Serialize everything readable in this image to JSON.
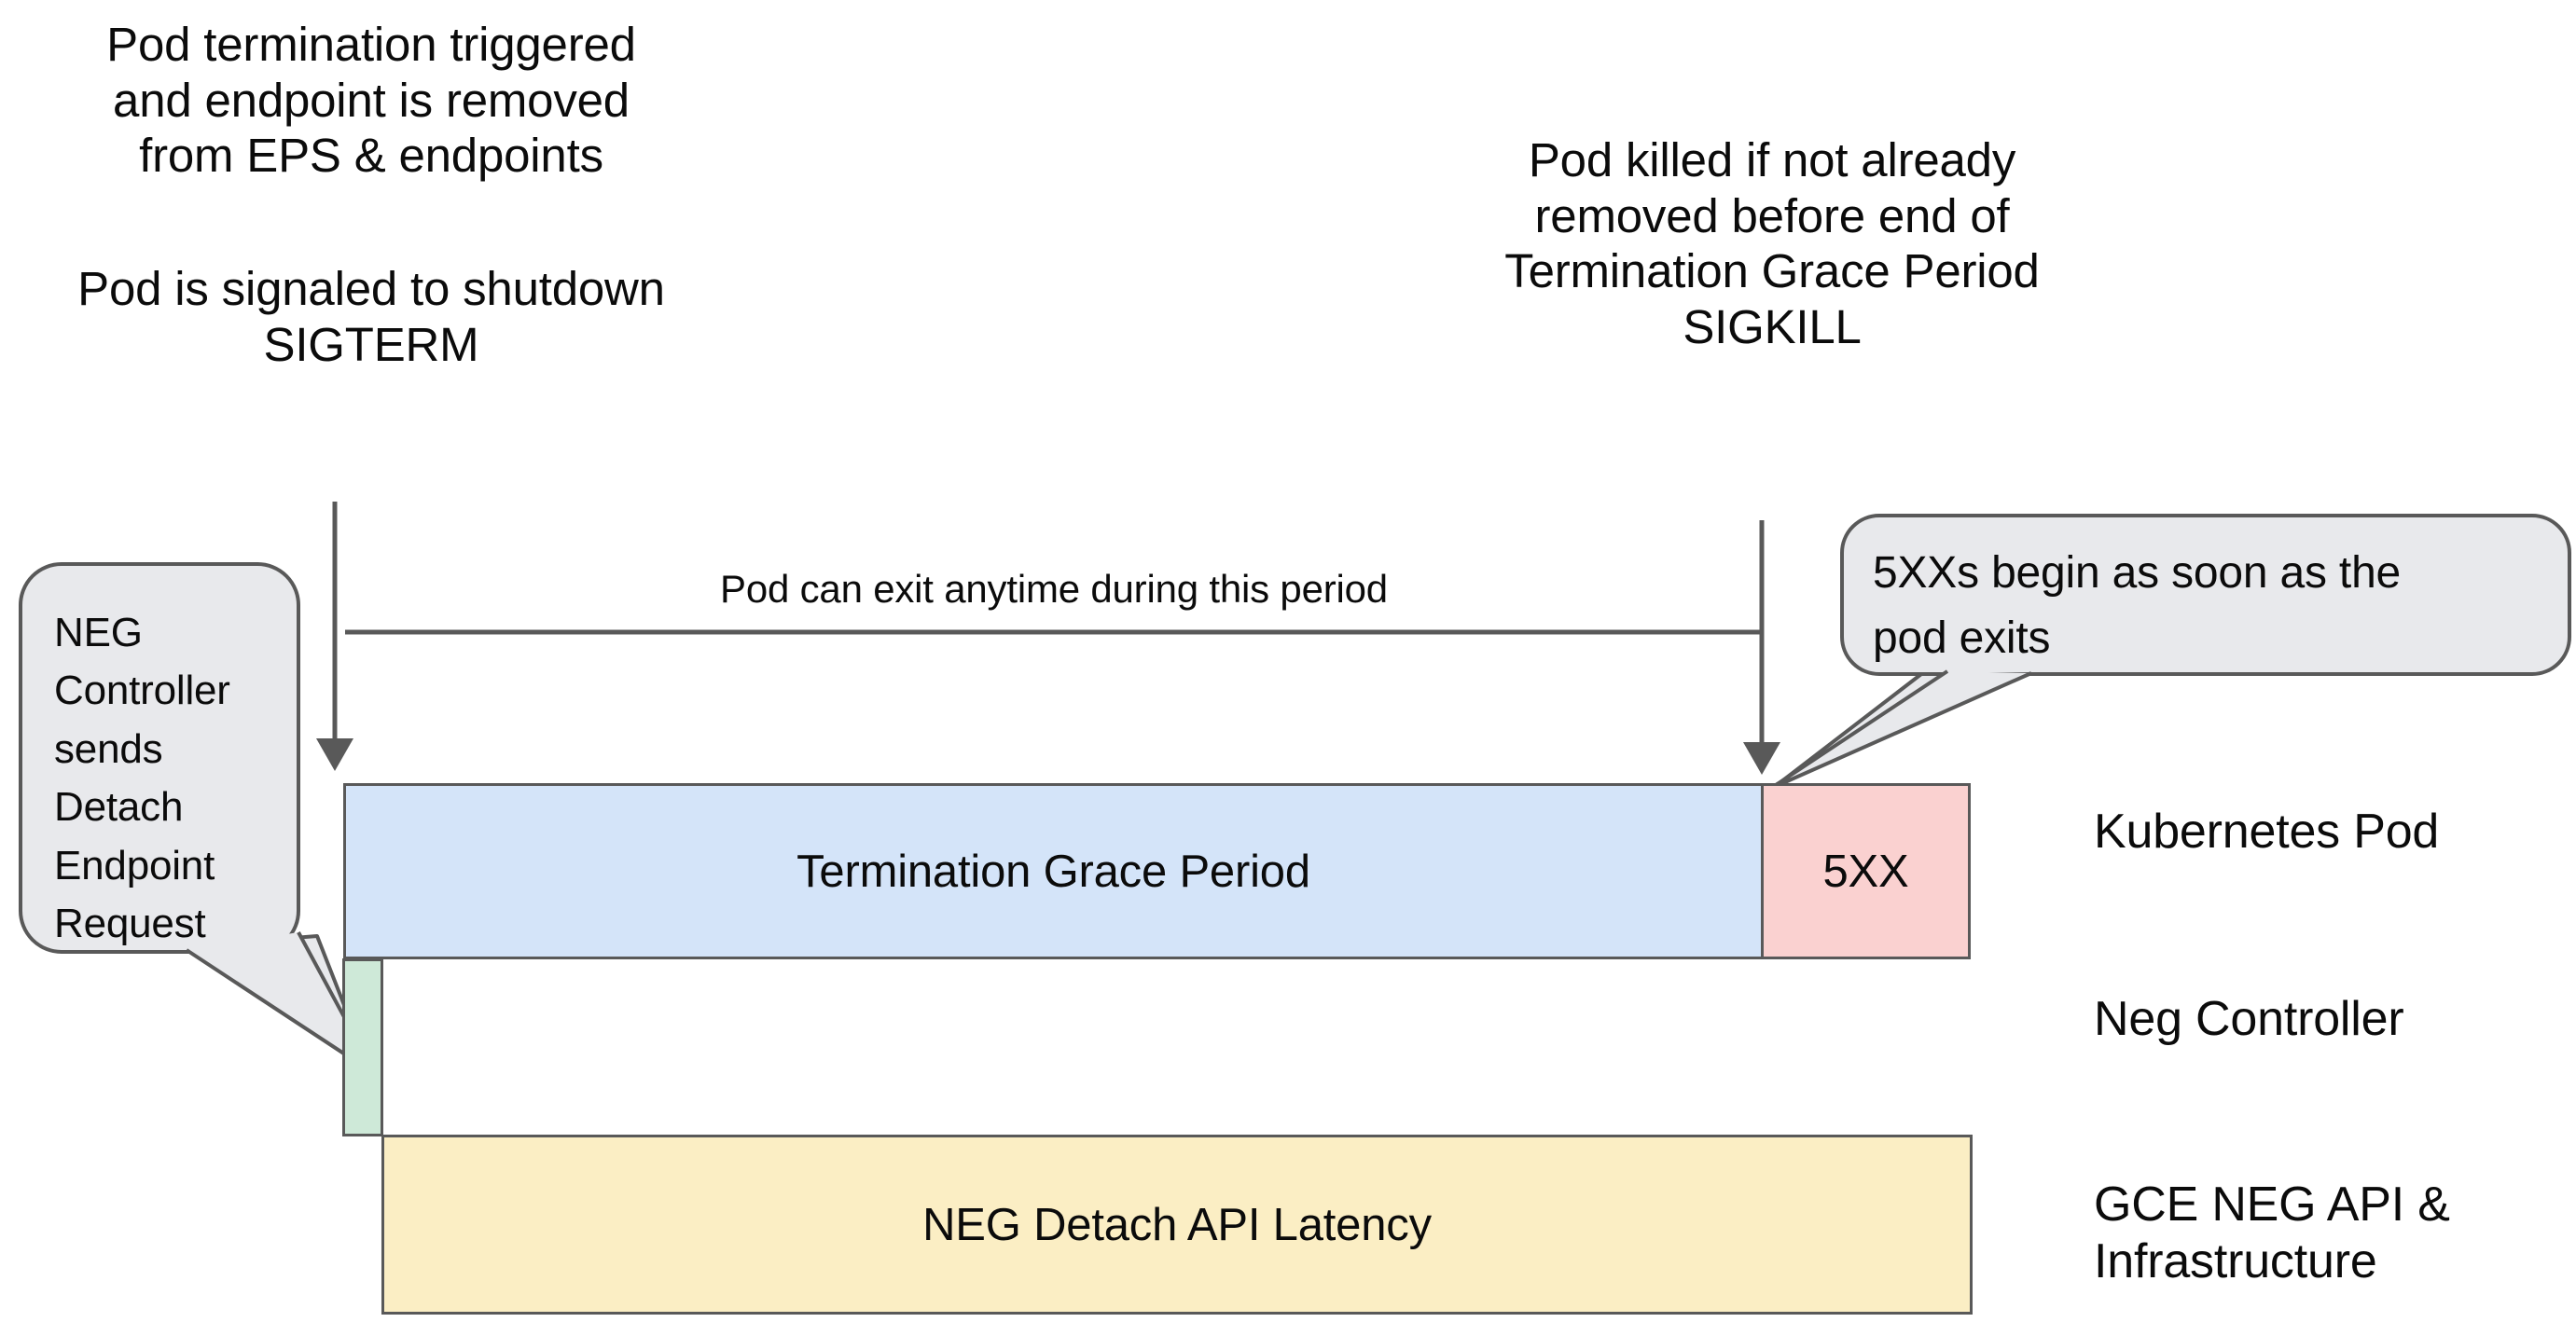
{
  "diagram": {
    "title": "Kubernetes Pod Termination and NEG Detach Timeline",
    "colors": {
      "termination_grace_period": "#d4e4f9",
      "five_xx": "#fad1d0",
      "neg_controller": "#cee9d8",
      "neg_detach_latency": "#fbeec4",
      "callout_fill": "#e8e9ec",
      "stroke": "#595959",
      "text": "#0b0b0b",
      "background": "#ffffff"
    }
  },
  "annotations": {
    "top_left_primary": "Pod termination triggered\nand endpoint is removed\nfrom EPS & endpoints",
    "top_left_secondary": "Pod is signaled to shutdown\nSIGTERM",
    "top_right": "Pod killed if not already\nremoved before end of\nTermination Grace Period\nSIGKILL",
    "period_line_label": "Pod can exit anytime during this period"
  },
  "callouts": [
    {
      "id": "neg-controller-callout",
      "text": "NEG\nController\nsends\nDetach\nEndpoint\nRequest",
      "points_to": "neg-controller-bar"
    },
    {
      "id": "five-xx-callout",
      "text": "5XXs begin as soon as the\npod exits",
      "points_to": "five-xx-bar"
    }
  ],
  "bars": [
    {
      "id": "termination-grace-period-bar",
      "label": "Termination Grace Period",
      "lane": "Kubernetes Pod",
      "color": "#d4e4f9"
    },
    {
      "id": "five-xx-bar",
      "label": "5XX",
      "lane": "Kubernetes Pod",
      "color": "#fad1d0"
    },
    {
      "id": "neg-controller-bar",
      "label": "",
      "lane": "Neg Controller",
      "color": "#cee9d8"
    },
    {
      "id": "neg-detach-api-latency-bar",
      "label": "NEG Detach API Latency",
      "lane": "GCE NEG API & Infrastructure",
      "color": "#fbeec4"
    }
  ],
  "lanes": [
    {
      "id": "lane-kubernetes-pod",
      "label": "Kubernetes Pod"
    },
    {
      "id": "lane-neg-controller",
      "label": "Neg Controller"
    },
    {
      "id": "lane-gce-neg-api",
      "label": "GCE NEG API &\nInfrastructure"
    }
  ],
  "markers": {
    "left_arrow_name": "pod-termination-trigger-arrow",
    "right_arrow_name": "sigkill-deadline-arrow",
    "period_line_name": "pod-exit-window-line"
  }
}
